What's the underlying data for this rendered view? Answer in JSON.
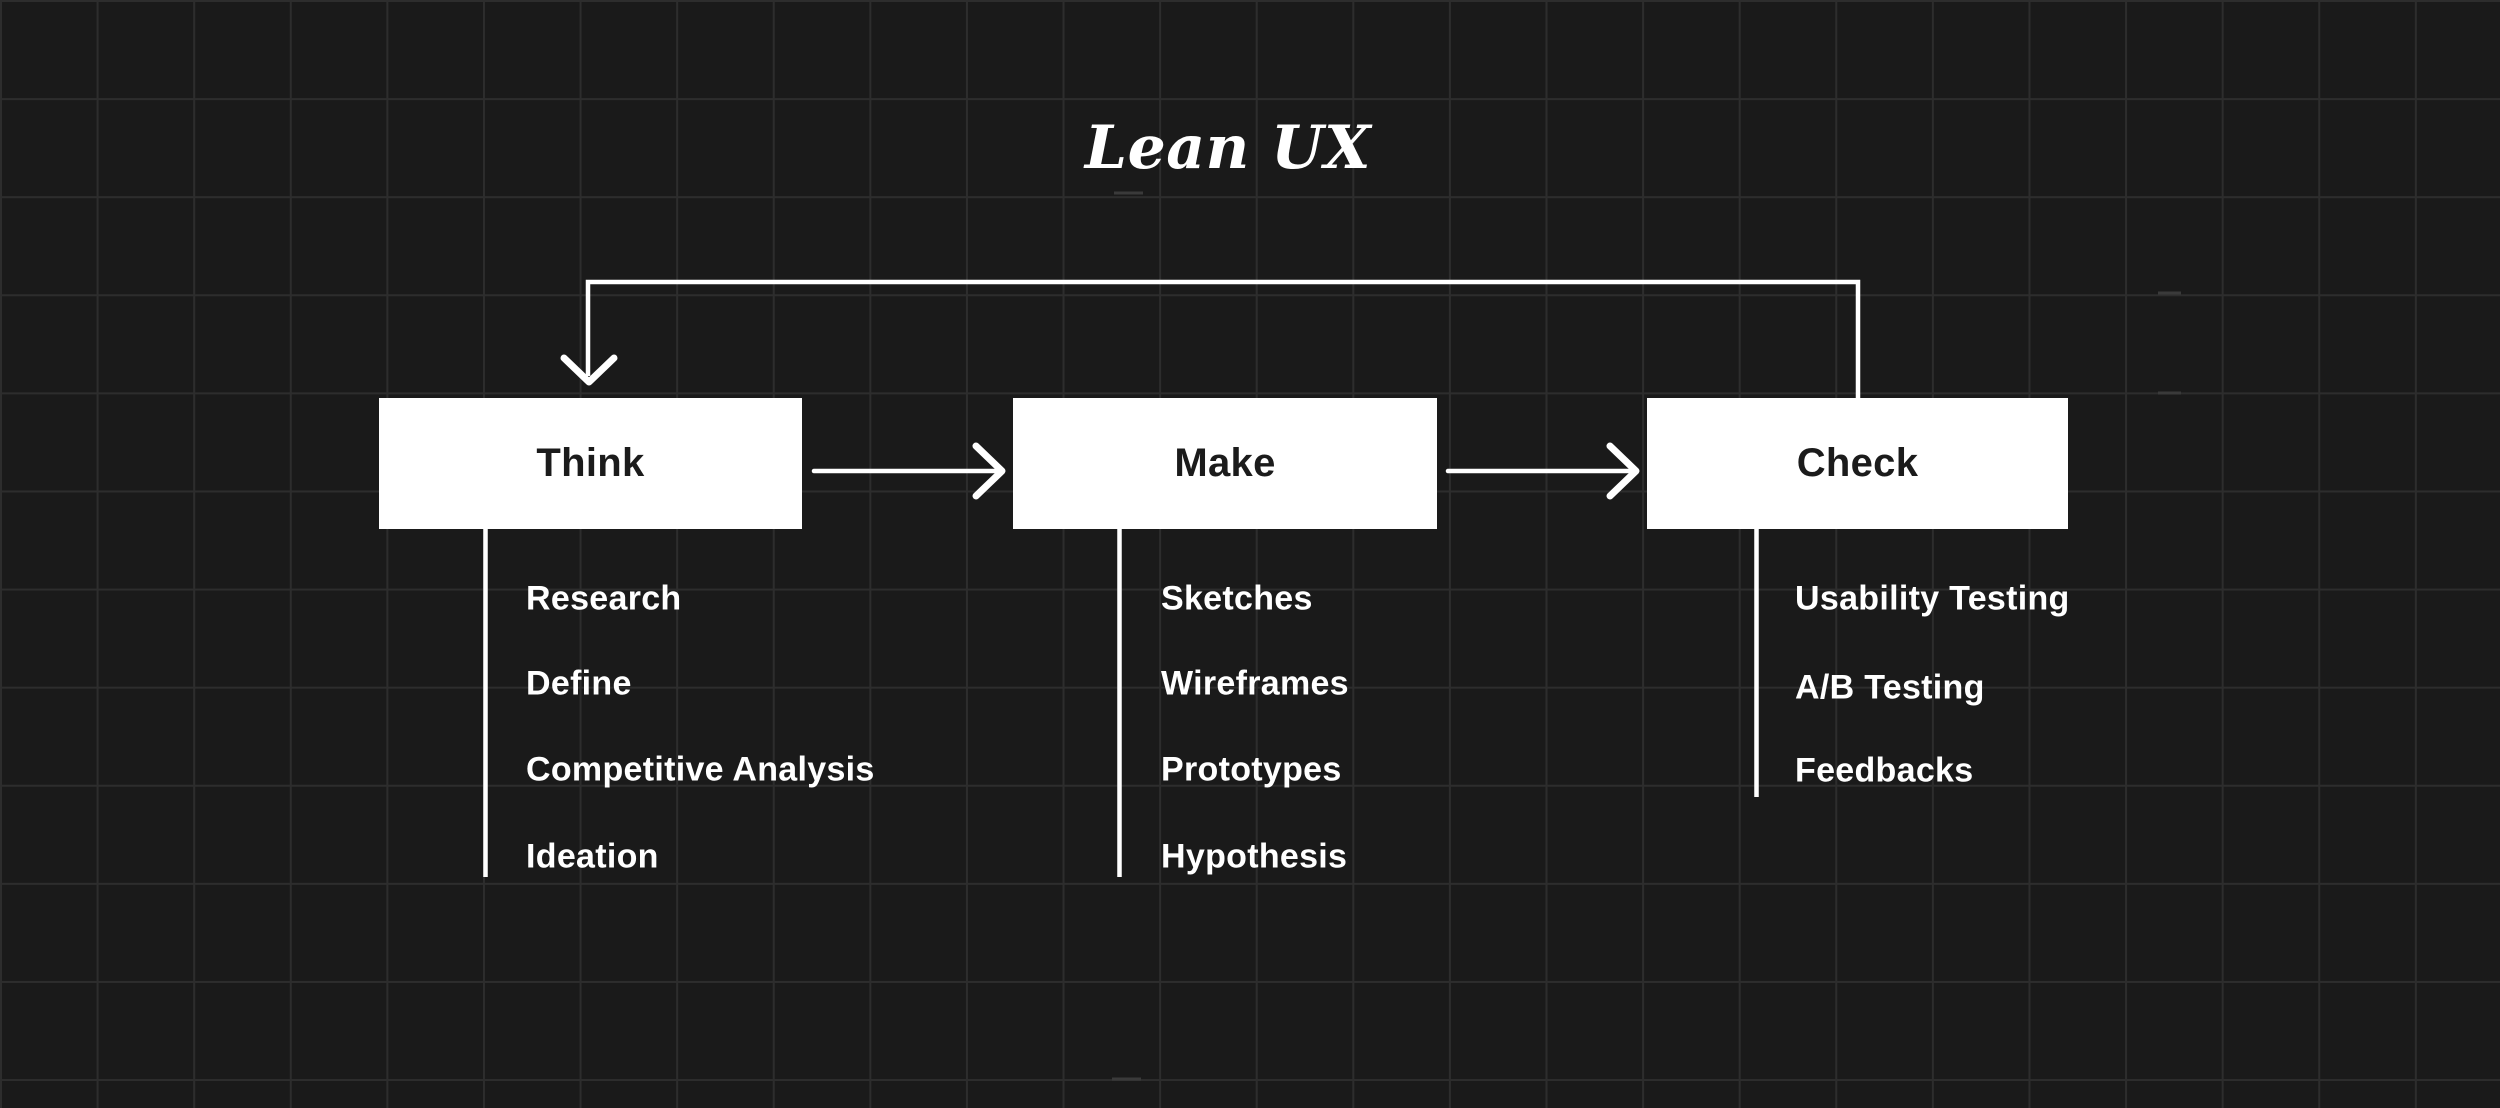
{
  "title": "Lean UX",
  "stages": [
    {
      "label": "Think",
      "items": [
        "Research",
        "Define",
        "Competitive Analysis",
        "Ideation"
      ]
    },
    {
      "label": "Make",
      "items": [
        "Sketches",
        "Wireframes",
        "Prototypes",
        "Hypothesis"
      ]
    },
    {
      "label": "Check",
      "items": [
        "Usability Testing",
        "A/B Testing",
        "Feedbacks"
      ]
    }
  ],
  "connections": {
    "forward_arrows": [
      "Think to Make",
      "Make to Check"
    ],
    "feedback_arrow": "Check back to Think"
  },
  "colors": {
    "background": "#1a1a1a",
    "grid_line": "#2d2d2d",
    "box_fill": "#ffffff",
    "box_text": "#1b1b1b",
    "list_text": "#ffffff",
    "connector": "#ffffff"
  }
}
